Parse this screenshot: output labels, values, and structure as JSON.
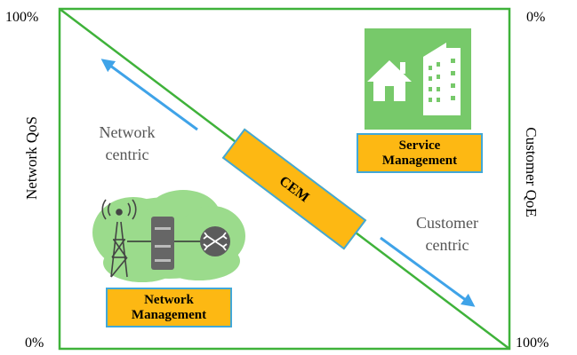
{
  "left_axis": {
    "top": "100%",
    "bottom": "0%",
    "title": "Network QoS"
  },
  "right_axis": {
    "top": "0%",
    "bottom": "100%",
    "title": "Customer QoE"
  },
  "network_centric": {
    "line1": "Network",
    "line2": "centric"
  },
  "customer_centric": {
    "line1": "Customer",
    "line2": "centric"
  },
  "cem_label": "CEM",
  "service_box": {
    "line1": "Service",
    "line2": "Management"
  },
  "network_box": {
    "line1": "Network",
    "line2": "Management"
  },
  "icons": {
    "service": [
      "house-icon",
      "building-icon"
    ],
    "network": [
      "cloud-icon",
      "antenna-tower-icon",
      "server-icon",
      "router-icon"
    ]
  },
  "colors": {
    "frame": "#3FB23A",
    "arrow": "#3FA3E8",
    "box_fill": "#FDB813",
    "box_border": "#41A8D8",
    "service_bg": "#77C96A",
    "cloud": "#9BDB8C"
  }
}
